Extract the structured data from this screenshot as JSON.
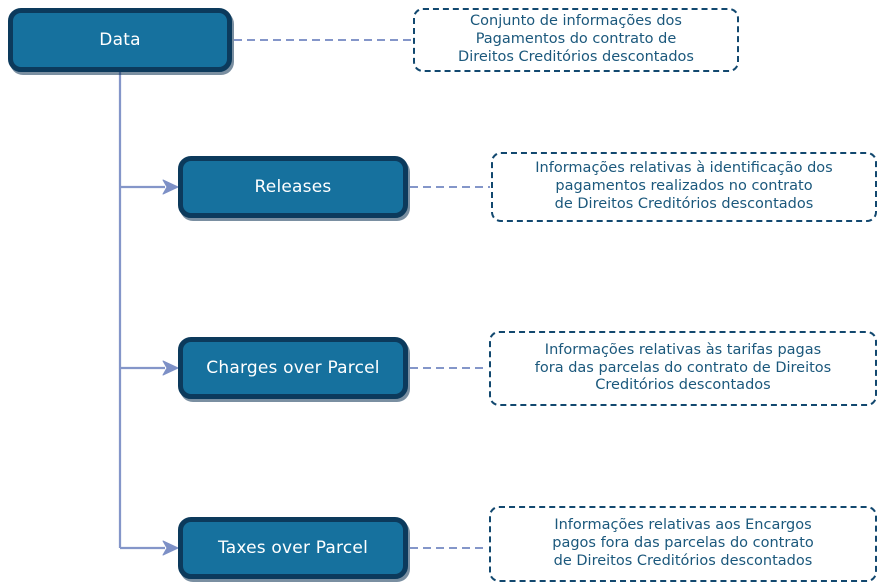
{
  "diagram": {
    "root": {
      "label": "Data",
      "note": "Conjunto de informações dos\nPagamentos do contrato de\nDireitos Creditórios descontados"
    },
    "children": [
      {
        "label": "Releases",
        "note": "Informações relativas à identificação dos\npagamentos realizados no contrato\nde Direitos Creditórios descontados"
      },
      {
        "label": "Charges over Parcel",
        "note": "Informações relativas às tarifas pagas\nfora das parcelas do contrato de Direitos\nCreditórios descontados"
      },
      {
        "label": "Taxes over Parcel",
        "note": "Informações relativas aos Encargos\npagos fora das parcelas do contrato\nde Direitos Creditórios descontados"
      }
    ],
    "colors": {
      "node_fill": "#16719E",
      "node_border": "#0C3A5C",
      "node_text": "#FFFFFF",
      "note_border": "#12486F",
      "note_text": "#1B587C",
      "connector": "#8496C9",
      "arrow": "#7D90C6"
    }
  }
}
